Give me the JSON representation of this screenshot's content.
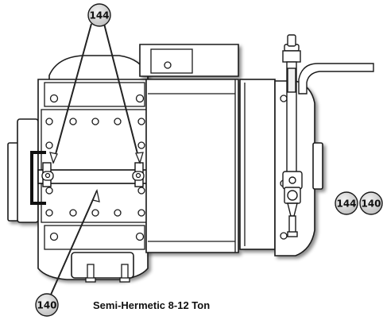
{
  "diagram": {
    "caption": "Semi-Hermetic 8-12 Ton",
    "callouts": {
      "top": "144",
      "right_a": "144",
      "right_b": "140",
      "bottom": "140"
    },
    "colors": {
      "outline": "#1a1a1a",
      "body_fill": "#ffffff",
      "shadow": "#9a9a9a",
      "callout_fill": "#d9d9d9",
      "bracket": "#111111"
    }
  }
}
